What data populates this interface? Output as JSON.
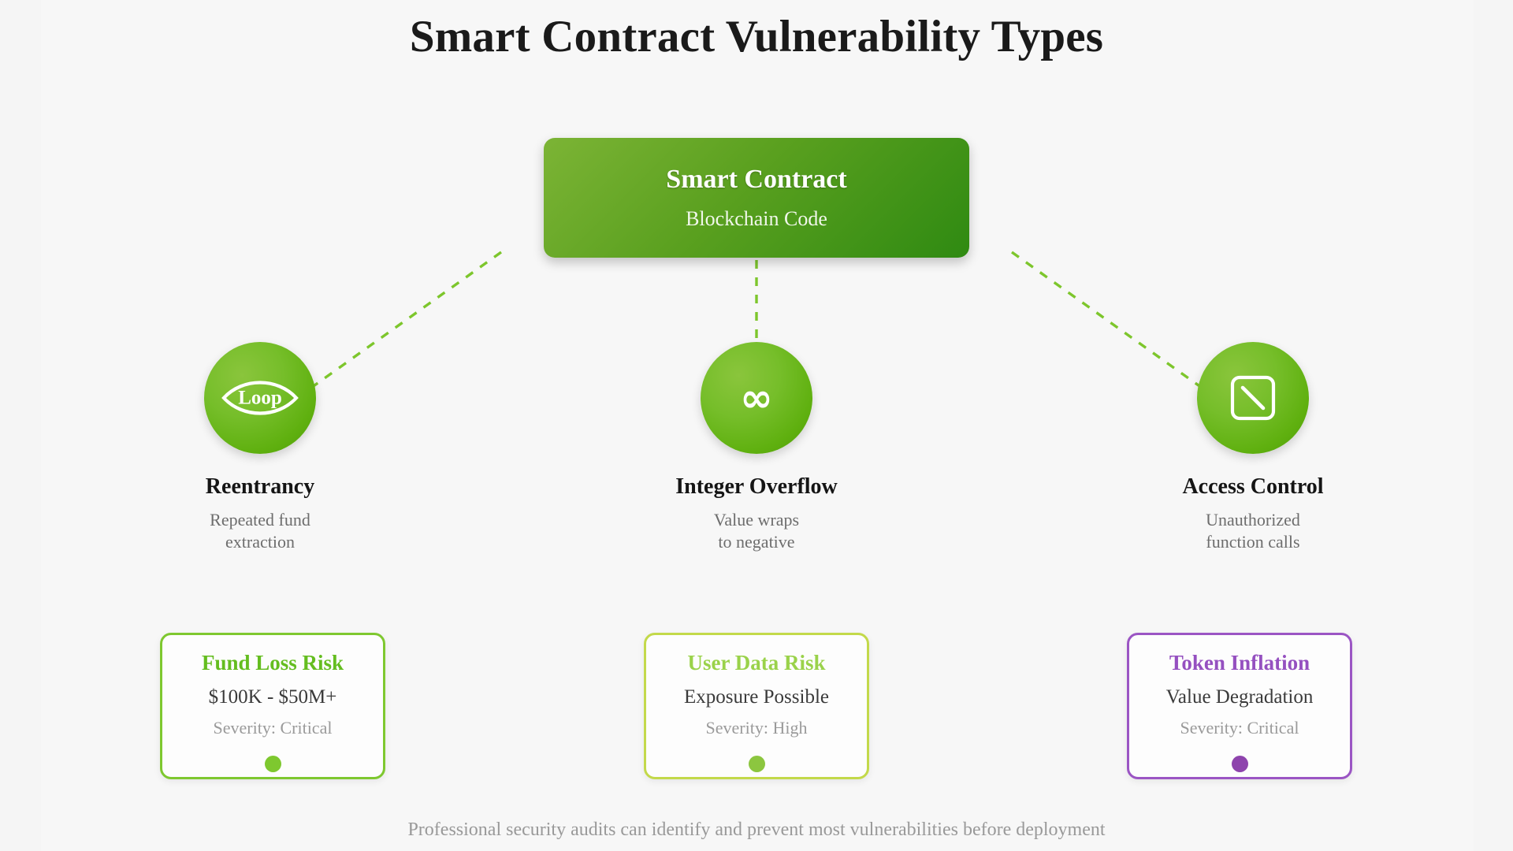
{
  "page": {
    "title": "Smart Contract Vulnerability Types",
    "footer_note": "Professional security audits can identify and prevent most vulnerabilities before deployment",
    "background_color": "#f5f5f5",
    "panel_color": "#f7f7f7"
  },
  "root_node": {
    "title": "Smart Contract",
    "subtitle": "Blockchain Code",
    "gradient_from": "#7cb435",
    "gradient_to": "#2f8a12"
  },
  "connectors": {
    "style": "dashed",
    "color": "#7dc62c"
  },
  "vulnerabilities": [
    {
      "icon": "loop-eye-icon",
      "icon_text": "Loop",
      "title": "Reentrancy",
      "description_line1": "Repeated fund",
      "description_line2": "extraction",
      "circle_color": "#6ab81a"
    },
    {
      "icon": "infinity-icon",
      "icon_text": "∞",
      "title": "Integer Overflow",
      "description_line1": "Value wraps",
      "description_line2": "to negative",
      "circle_color": "#6ab81a"
    },
    {
      "icon": "restricted-square-icon",
      "icon_text": "",
      "title": "Access Control",
      "description_line1": "Unauthorized",
      "description_line2": "function calls",
      "circle_color": "#6ab81a"
    }
  ],
  "impact_cards": [
    {
      "title": "Fund Loss Risk",
      "value": "$100K - $50M+",
      "severity": "Severity: Critical",
      "accent": "#64bd1f",
      "border": "#7ec82f",
      "dot": "#7ec82f"
    },
    {
      "title": "User Data Risk",
      "value": "Exposure Possible",
      "severity": "Severity: High",
      "accent": "#9ad24a",
      "border": "#c3d94a",
      "dot": "#8cc63f"
    },
    {
      "title": "Token Inflation",
      "value": "Value Degradation",
      "severity": "Severity: Critical",
      "accent": "#9550c0",
      "border": "#9b55c4",
      "dot": "#8e44ad"
    }
  ]
}
